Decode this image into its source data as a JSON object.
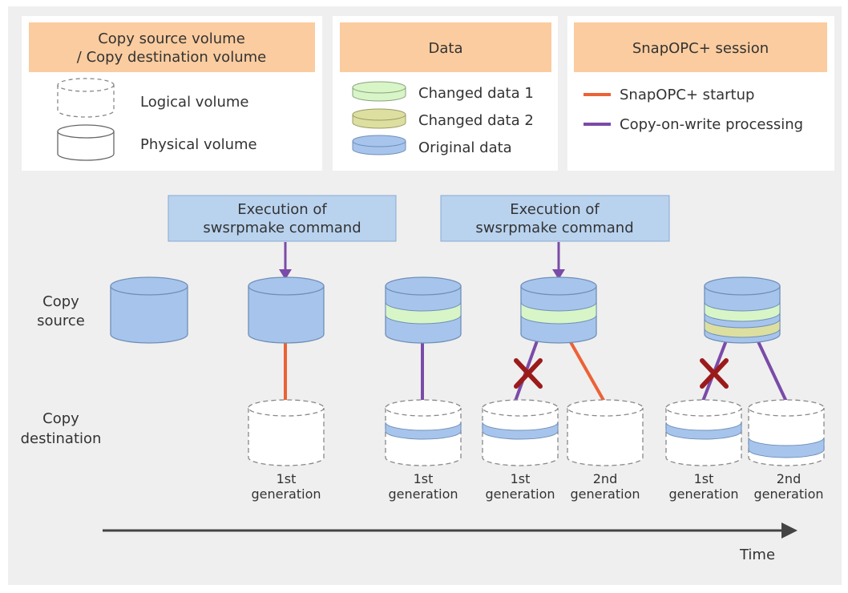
{
  "colors": {
    "panel": "#efefef",
    "legend_header": "#fbcc9f",
    "command_box": "#b9d3ef",
    "original": "#a7c5ec",
    "changed1": "#d8f5c7",
    "changed2": "#dcdfa0",
    "startup_line": "#ec6236",
    "cow_line": "#7a4ba8",
    "cross": "#9b1b1b",
    "timeline": "#444444"
  },
  "legend": {
    "volume": {
      "header_line1": "Copy source volume",
      "header_line2": "/ Copy destination volume",
      "logical": "Logical volume",
      "physical": "Physical volume"
    },
    "data": {
      "header": "Data",
      "changed1": "Changed data 1",
      "changed2": "Changed data 2",
      "original": "Original data"
    },
    "session": {
      "header": "SnapOPC+ session",
      "startup": "SnapOPC+ startup",
      "cow": "Copy-on-write processing"
    }
  },
  "commands": [
    {
      "line1": "Execution of",
      "line2": "swsrpmake command"
    },
    {
      "line1": "Execution of",
      "line2": "swsrpmake command"
    }
  ],
  "row_labels": {
    "source_line1": "Copy",
    "source_line2": "source",
    "dest_line1": "Copy",
    "dest_line2": "destination"
  },
  "generation_labels": [
    {
      "line1": "1st",
      "line2": "generation"
    },
    {
      "line1": "1st",
      "line2": "generation"
    },
    {
      "line1": "1st",
      "line2": "generation"
    },
    {
      "line1": "2nd",
      "line2": "generation"
    },
    {
      "line1": "1st",
      "line2": "generation"
    },
    {
      "line1": "2nd",
      "line2": "generation"
    }
  ],
  "timeline_label": "Time"
}
